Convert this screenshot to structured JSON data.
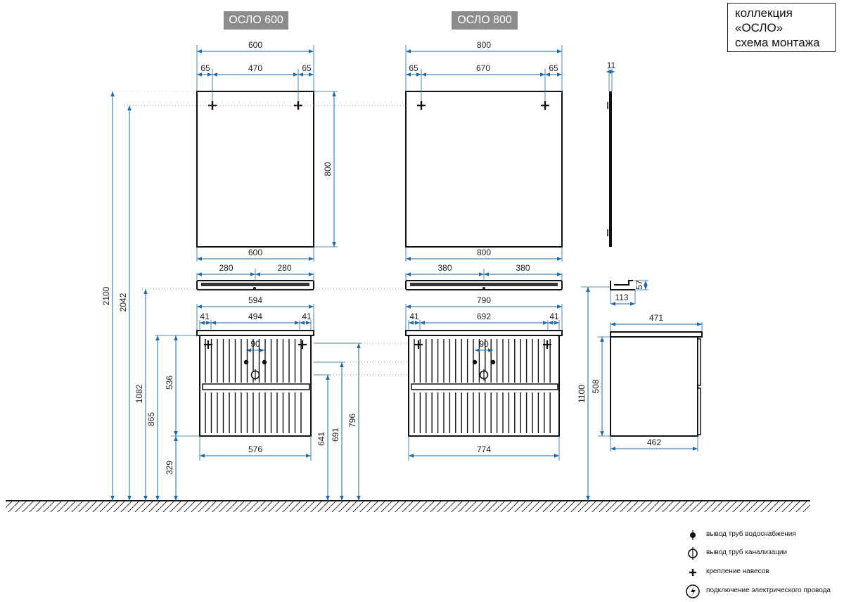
{
  "titles": {
    "oslo600": "ОСЛО 600",
    "oslo800": "ОСЛО 800"
  },
  "collection": {
    "line1": "коллекция",
    "line2": "«ОСЛО»",
    "line3": "схема монтажа"
  },
  "dims": {
    "m600_width": "600",
    "m600_left": "65",
    "m600_span": "470",
    "m600_right": "65",
    "m600_height": "800",
    "m800_width": "800",
    "m800_left": "65",
    "m800_span": "670",
    "m800_right": "65",
    "mirror_thickness": "11",
    "shelf600_width": "600",
    "shelf600_left": "280",
    "shelf600_right": "280",
    "shelf800_width": "800",
    "shelf800_left": "380",
    "shelf800_right": "380",
    "bracket_depth": "113",
    "bracket_height": "57",
    "cab600_width": "594",
    "cab600_left": "41",
    "cab600_span": "494",
    "cab600_right": "41",
    "cab600_drain_gap": "90",
    "cab600_bottom": "576",
    "cab800_width": "790",
    "cab800_left": "41",
    "cab800_span": "692",
    "cab800_right": "41",
    "cab800_drain_gap": "90",
    "cab800_bottom": "774",
    "side_top": "471",
    "side_height": "508",
    "side_bottom": "462",
    "h2100": "2100",
    "h2042": "2042",
    "h1082": "1082",
    "h865": "865",
    "h536": "536",
    "h329": "329",
    "h641": "641",
    "h691": "691",
    "h796": "796",
    "h1100": "1100"
  },
  "legend": {
    "water": "вывод труб водоснабжения",
    "sewer": "вывод труб канализации",
    "hanger": "крепление навесов",
    "electric": "подключение электрического провода"
  },
  "colors": {
    "dimension": "#1e6aa8",
    "outline": "#111111",
    "title_bg": "#8c8c8c"
  }
}
